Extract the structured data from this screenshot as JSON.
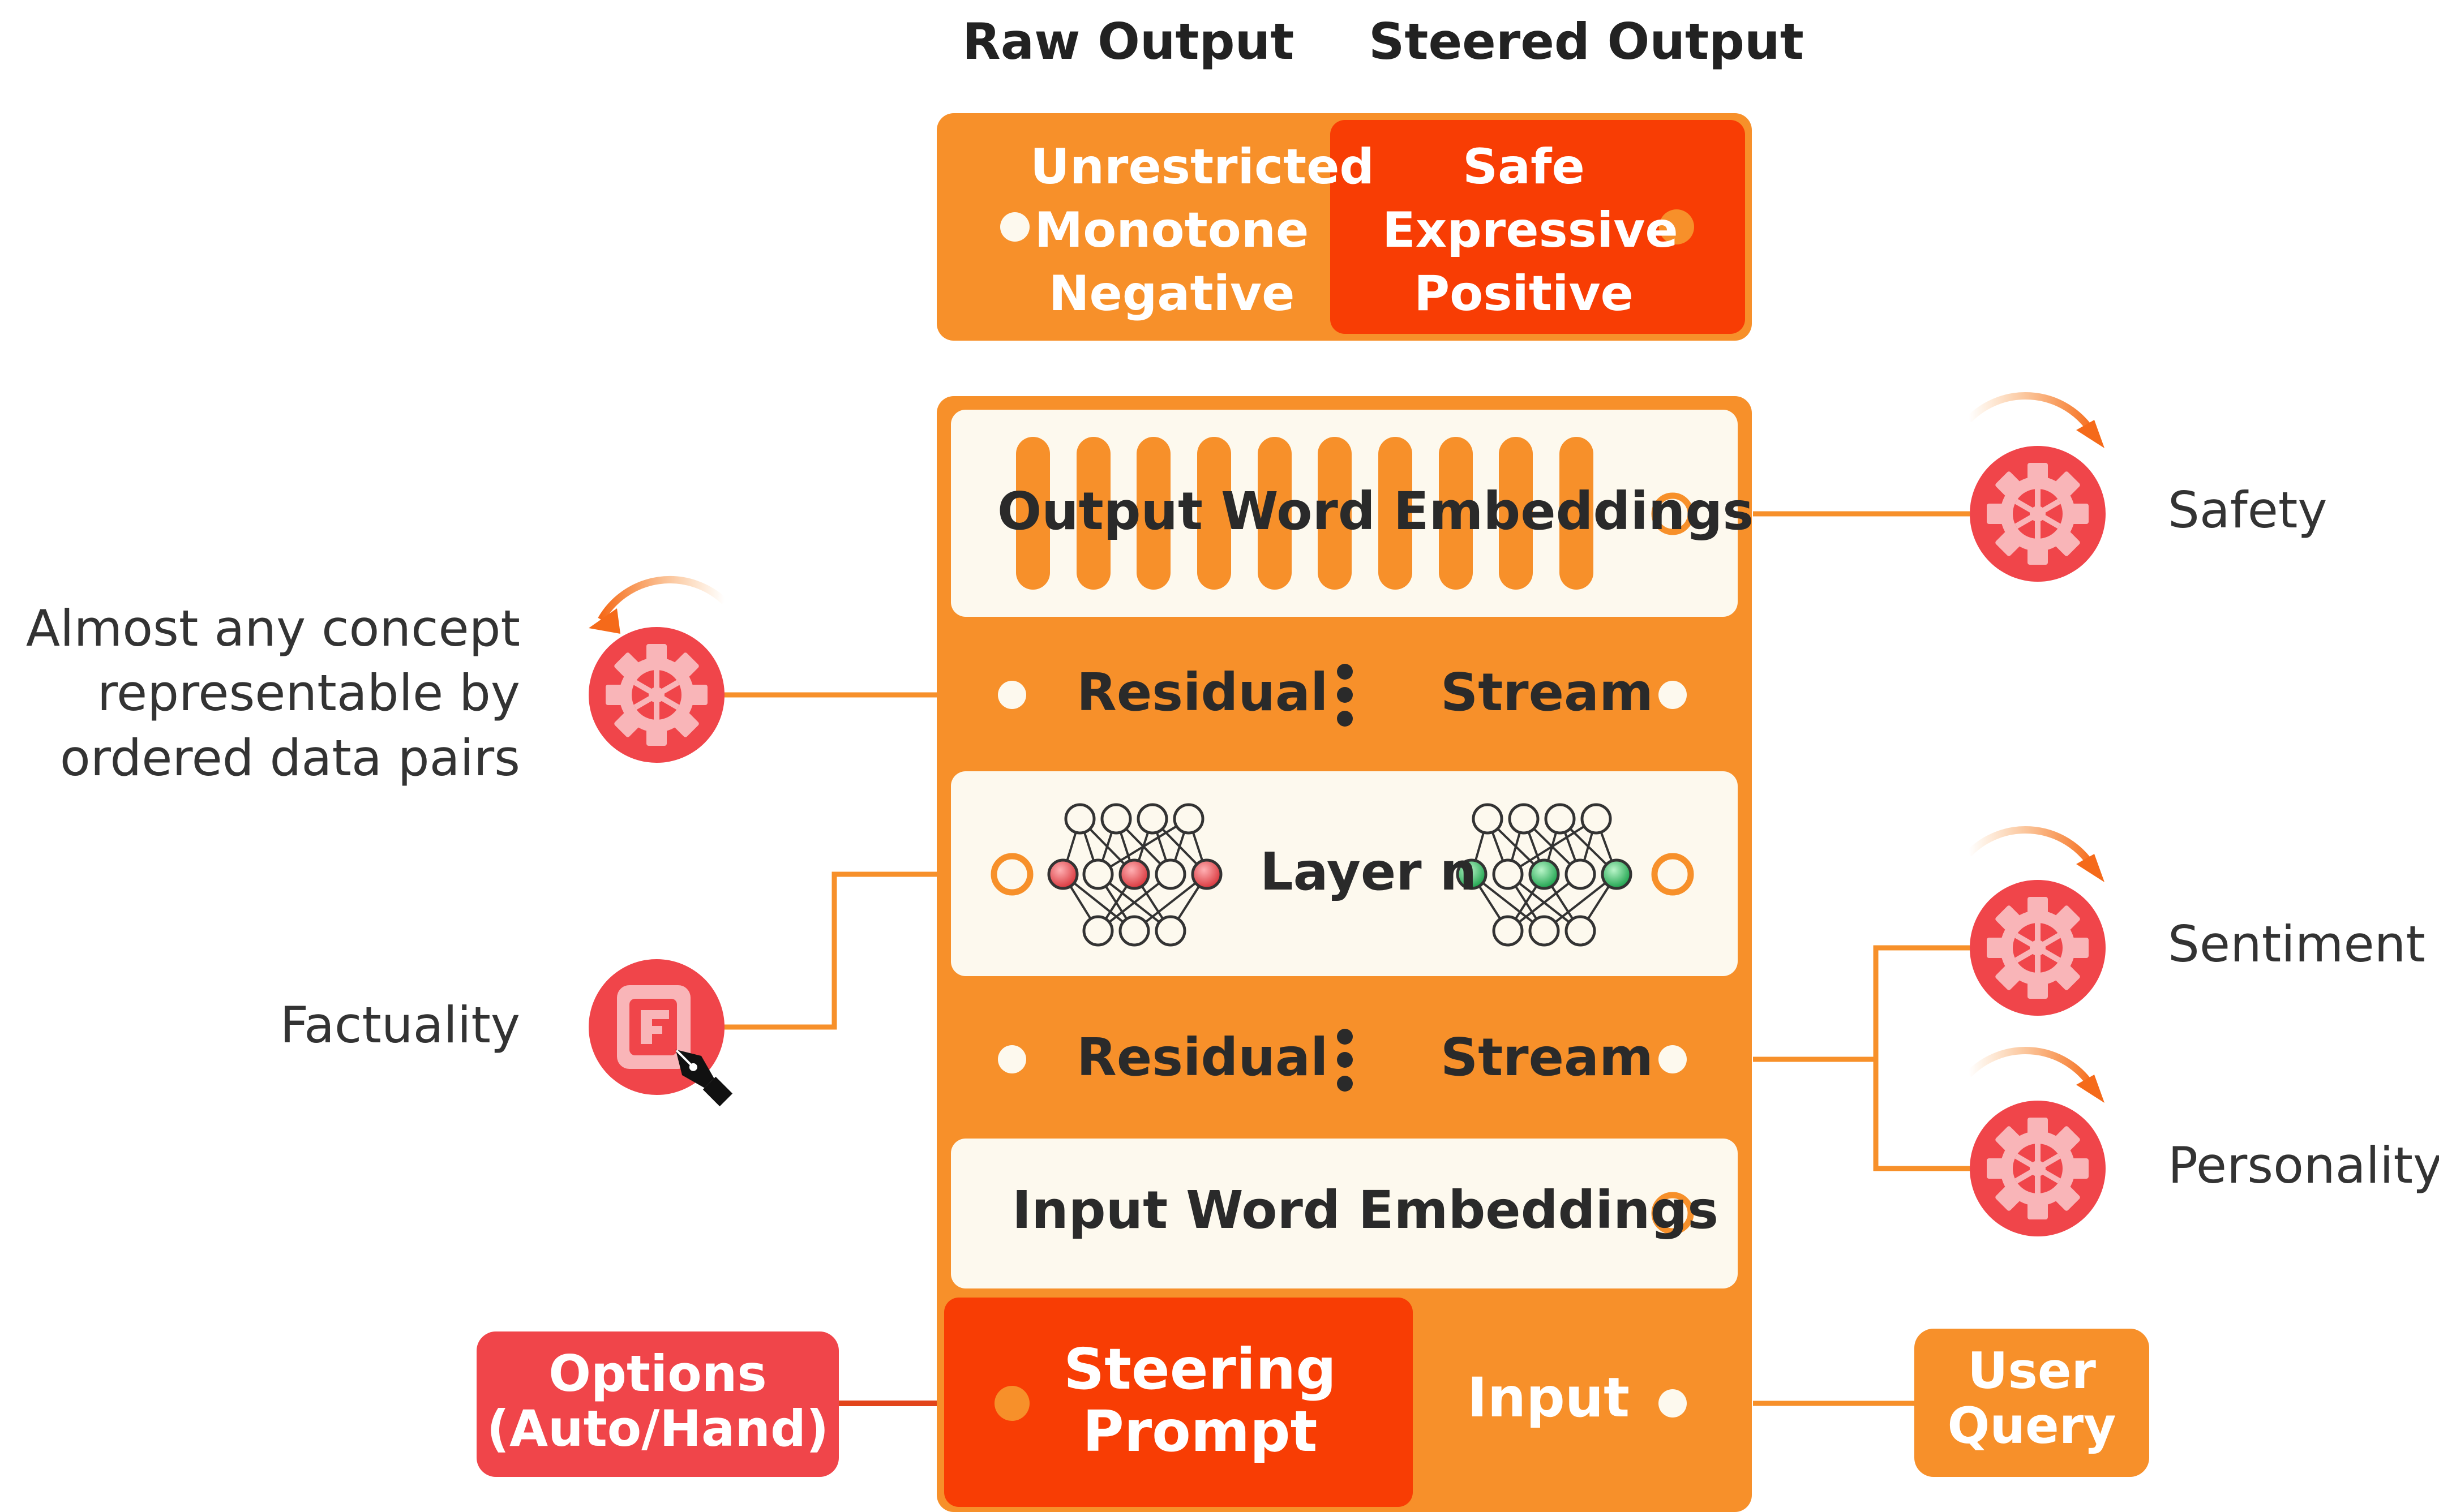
{
  "headers": {
    "raw": "Raw Output",
    "steered": "Steered Output"
  },
  "raw_box": {
    "lines": [
      "Unrestricted",
      "Monotone",
      "Negative",
      "..."
    ]
  },
  "steered_box": {
    "lines": [
      "Safe",
      "Expressive",
      "Positive",
      "..."
    ]
  },
  "stack": {
    "output_embeddings": "Output Word Embeddings",
    "residual_left": "Residual",
    "residual_right": "Stream",
    "layer": "Layer n",
    "input_embeddings": "Input Word Embeddings",
    "steering_prompt": [
      "Steering",
      "Prompt"
    ],
    "input": "Input"
  },
  "left_labels": {
    "concept": [
      "Almost any concept",
      "representable by",
      "ordered data pairs"
    ],
    "factuality": "Factuality"
  },
  "right_labels": {
    "safety": "Safety",
    "sentiment": "Sentiment",
    "personality": "Personality"
  },
  "options_button": [
    "Options",
    "(Auto/Hand)"
  ],
  "user_query_button": [
    "User",
    "Query"
  ],
  "colors": {
    "orange": "#F7902A",
    "deep_orange": "#F83D04",
    "cream": "#FDF9EE",
    "red": "#F0454A",
    "light_red": "#F9B5B8",
    "neuron_red": "#E05A60",
    "neuron_green": "#2ECC71"
  },
  "icons": {
    "gear": "gear-icon",
    "rotate": "rotate-arrow-icon",
    "note_pen": "note-pen-icon"
  }
}
